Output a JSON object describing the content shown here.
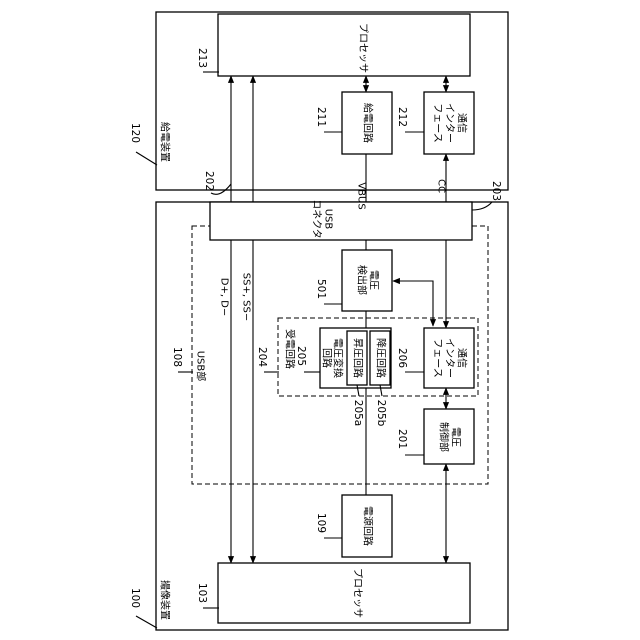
{
  "devices": {
    "power_supply": {
      "ref": "120",
      "name": "給電装置"
    },
    "imaging": {
      "ref": "100",
      "name": "撮像装置"
    }
  },
  "blocks": {
    "processor_top": {
      "ref": "213",
      "label": "プロセッサ"
    },
    "power_feed_circuit": {
      "ref": "211",
      "label": "給電回路"
    },
    "comm_if_top": {
      "ref": "212",
      "lines": [
        "通信",
        "インター",
        "フェース"
      ]
    },
    "usb_connector": {
      "lines": [
        "USB",
        "コネクタ"
      ]
    },
    "voltage_detector": {
      "ref": "501",
      "lines": [
        "電圧",
        "検出部"
      ]
    },
    "voltage_converter": {
      "ref": "205",
      "lines": [
        "電圧変換",
        "回路"
      ]
    },
    "step_up": {
      "ref": "205a",
      "label": "昇圧回路"
    },
    "step_down": {
      "ref": "205b",
      "label": "降圧回路"
    },
    "comm_if_bottom": {
      "ref": "206",
      "lines": [
        "通信",
        "インター",
        "フェース"
      ]
    },
    "voltage_controller": {
      "ref": "201",
      "lines": [
        "電圧",
        "制御部"
      ]
    },
    "power_circuit": {
      "ref": "109",
      "label": "電源回路"
    },
    "processor_bottom": {
      "ref": "103",
      "label": "プロセッサ"
    }
  },
  "regions": {
    "usb_unit": {
      "ref": "108",
      "label": "USB部"
    },
    "power_receiving": {
      "ref": "204",
      "label": "受電回路"
    }
  },
  "signals": {
    "cable_ref": "202",
    "connector_ref": "203",
    "vbus": "VBUS",
    "cc": "CC",
    "data": "D+, D−",
    "superspeed": "SS+, SS−"
  }
}
